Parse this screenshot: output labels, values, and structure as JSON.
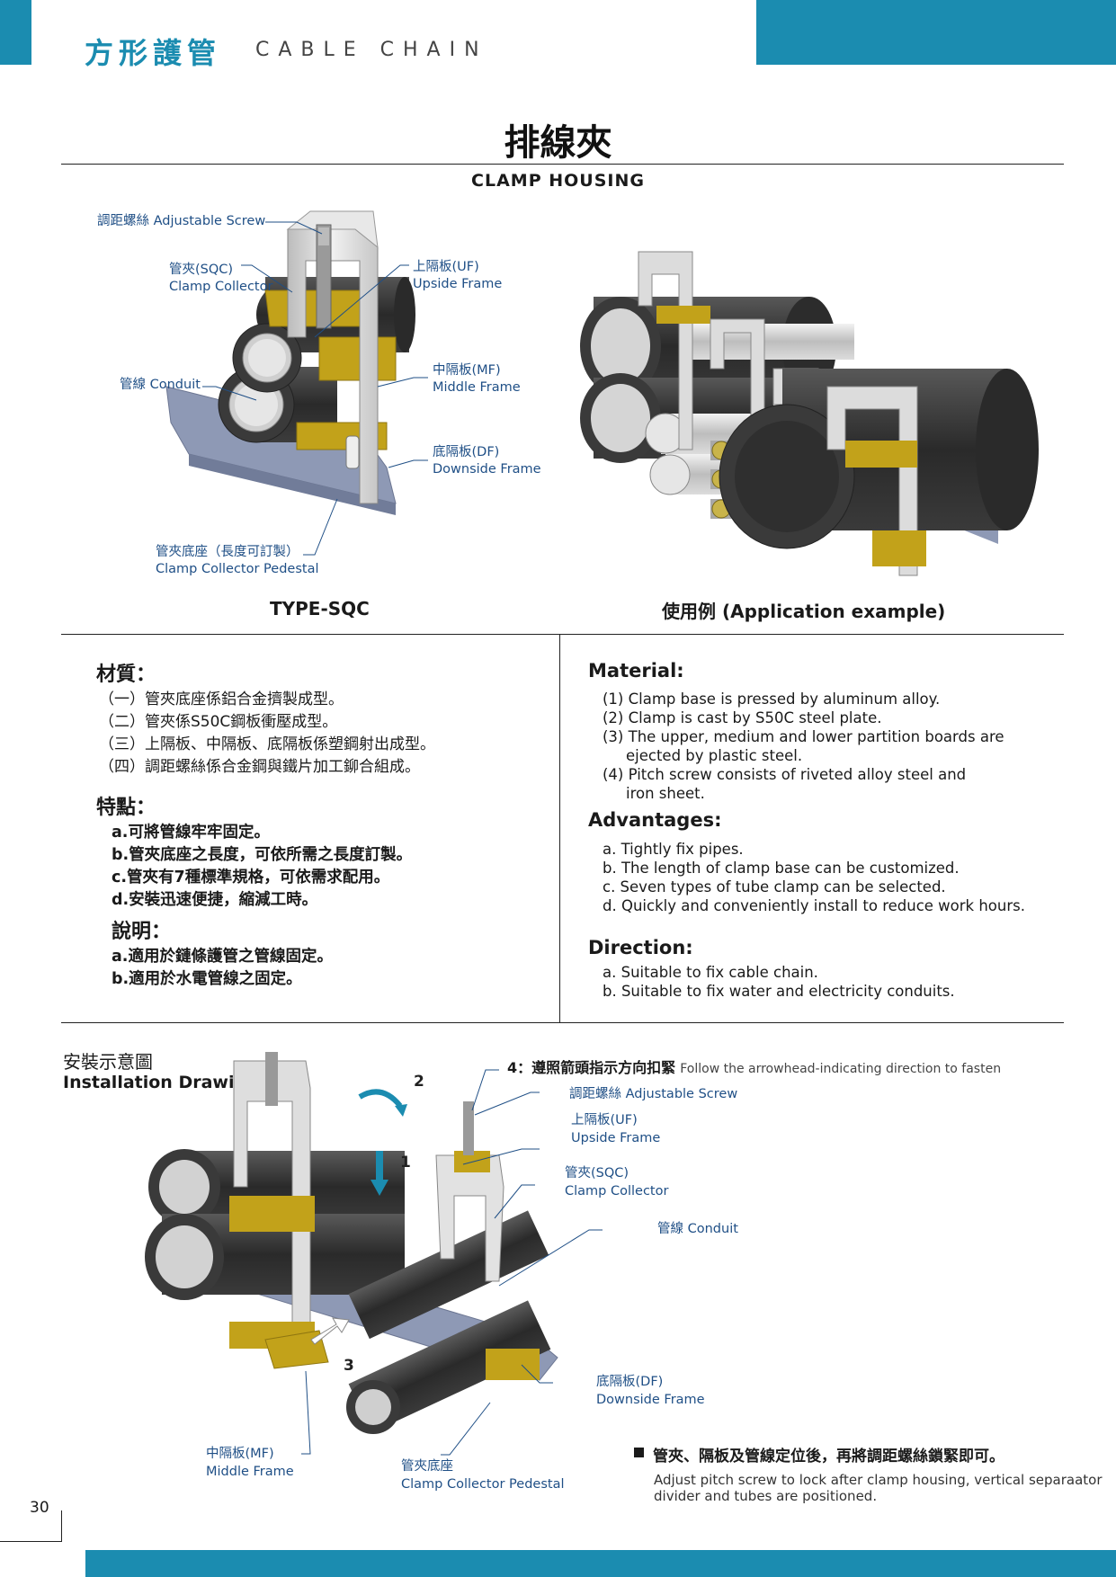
{
  "header": {
    "title_cn": "方形護管",
    "title_en": "CABLE CHAIN",
    "accent": "#1b8cb0"
  },
  "page": {
    "title_cn": "排線夾",
    "title_en": "CLAMP HOUSING",
    "number": "30"
  },
  "figure1": {
    "labels": {
      "adjustable_screw": "調距螺絲 Adjustable Screw",
      "clamp_cn": "管夾(SQC)",
      "clamp_en": "Clamp Collector",
      "upside_cn": "上隔板(UF)",
      "upside_en": "Upside Frame",
      "conduit": "管線  Conduit",
      "middle_cn": "中隔板(MF)",
      "middle_en": "Middle Frame",
      "downside_cn": "底隔板(DF)",
      "downside_en": "Downside Frame",
      "pedestal_cn": "管夾底座（長度可訂製）",
      "pedestal_en": "Clamp Collector Pedestal"
    },
    "caption": "TYPE-SQC"
  },
  "figure2": {
    "caption_cn": "使用例",
    "caption_en": "(Application example)"
  },
  "left": {
    "material_title": "材質：",
    "material_items": [
      "（一）管夾底座係鋁合金擠製成型。",
      "（二）管夾係S50C鋼板衝壓成型。",
      "（三）上隔板、中隔板、底隔板係塑鋼射出成型。",
      "（四）調距螺絲係合金鋼與鐵片加工鉚合組成。"
    ],
    "features_title": "特點：",
    "features_items": [
      "a.可將管線牢牢固定。",
      "b.管夾底座之長度，可依所需之長度訂製。",
      "c.管夾有7種標準規格，可依需求配用。",
      "d.安裝迅速便捷，縮減工時。"
    ],
    "note_title": "說明：",
    "note_items": [
      "a.適用於鏈條護管之管線固定。",
      "b.適用於水電管線之固定。"
    ]
  },
  "right": {
    "material_title": "Material:",
    "material_items": [
      "(1) Clamp base is pressed by aluminum alloy.",
      "(2) Clamp is cast by S50C steel plate.",
      "(3) The upper, medium and lower partition boards are",
      "ejected by plastic steel.",
      "(4) Pitch screw consists of riveted alloy steel and",
      "iron sheet."
    ],
    "advantages_title": "Advantages:",
    "advantages_items": [
      "a. Tightly fix pipes.",
      "b. The length of clamp base can be customized.",
      "c. Seven types of tube clamp can be selected.",
      "d. Quickly and conveniently install to reduce work hours."
    ],
    "direction_title": "Direction:",
    "direction_items": [
      "a. Suitable to fix cable chain.",
      "b. Suitable to fix water and electricity conduits."
    ]
  },
  "install": {
    "title_cn": "安裝示意圖",
    "title_en": "Installation Drawing",
    "step4_cn": "4：遵照箭頭指示方向扣緊",
    "step4_en": "Follow the arrowhead-indicating direction to fasten",
    "adjustable_screw": "調距螺絲  Adjustable Screw",
    "upside_cn": "上隔板(UF)",
    "upside_en": "Upside Frame",
    "clamp_cn": "管夾(SQC)",
    "clamp_en": "Clamp Collector",
    "conduit": "管線  Conduit",
    "downside_cn": "底隔板(DF)",
    "downside_en": "Downside Frame",
    "middle_cn": "中隔板(MF)",
    "middle_en": "Middle Frame",
    "pedestal_cn": "管夾底座",
    "pedestal_en": "Clamp Collector Pedestal",
    "steps": [
      "1",
      "2",
      "3"
    ],
    "note_cn": "管夾、隔板及管線定位後，再將調距螺絲鎖緊即可。",
    "note_en_1": "Adjust pitch screw to lock after clamp housing, vertical separaator",
    "note_en_2": "divider and tubes are positioned."
  },
  "colors": {
    "conduit": "#2f2f2f",
    "frame": "#c2a21a",
    "pedestal": "#8e99b5",
    "clamp": "#d8d8d8",
    "label": "#1f4f86"
  }
}
